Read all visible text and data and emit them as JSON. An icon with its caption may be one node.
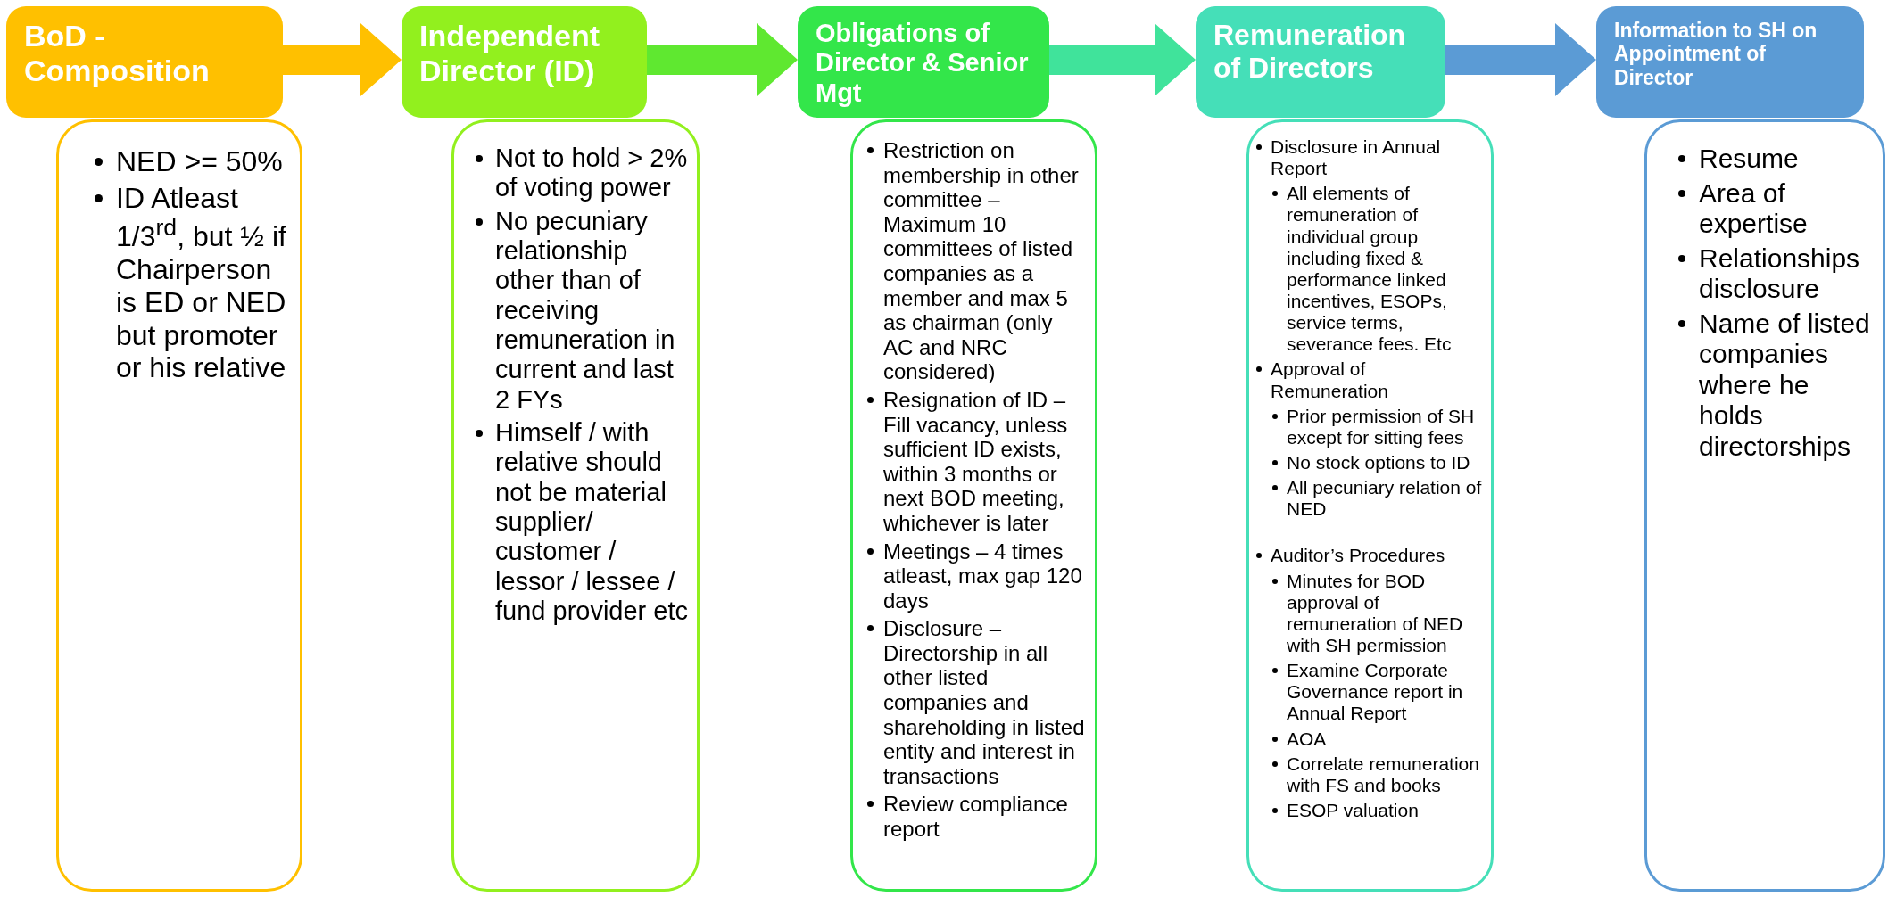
{
  "diagram": {
    "nodes": [
      {
        "text": [
          "BoD - Composition"
        ]
      },
      {
        "text": [
          "NED >= 50%",
          "ID Atleast 1/3$^{rd}$, but ½ if Chairperson is ED or NED but promoter or his relative"
        ]
      },
      {
        "text": [
          "Independent Director (ID)"
        ]
      },
      {
        "text": [
          "Not to hold > 2% of voting power",
          "No pecuniary relationship other than of receiving remuneration in current and last 2 FYs",
          "Himself / with relative should not be material supplier/ customer / lessor / lessee / fund provider etc"
        ]
      },
      {
        "text": [
          "Obligations of Director & Senior Mgt"
        ]
      },
      {
        "text": [
          "Restriction on membership in other committee – Maximum 10 committees of listed companies as a member and max 5 as chairman (only AC and NRC considered)",
          "Resignation of ID – Fill vacancy, unless sufficient ID exists, within 3 months or next BOD meeting, whichever is later",
          "Meetings – 4 times atleast, max gap 120 days",
          "Disclosure – Directorship in all other listed companies and shareholding in listed entity and interest in transactions",
          "Review compliance report"
        ]
      },
      {
        "text": [
          "Remuneration of Directors"
        ]
      },
      {
        "text": [
          "Disclosure in Annual Report",
          "All elements of remuneration of individual group including fixed & performance linked incentives, ESOPs, service terms, severance fees. Etc",
          "Approval of Remuneration",
          "Prior permission of SH except for sitting fees",
          "No stock options to ID",
          "All pecuniary relation of NED",
          "Auditor’s Procedures",
          "Minutes for BOD approval of remuneration of NED with SH permission",
          "Examine Corporate Governance report in Annual Report",
          "AOA",
          "Correlate remuneration with FS and books",
          "ESOP valuation"
        ]
      },
      {
        "text": [
          "Information to SH on Appointment of Director"
        ]
      },
      {
        "text": [
          "Resume",
          "Area of expertise",
          "Relationships disclosure",
          "Name of listed companies where he holds directorships"
        ]
      }
    ],
    "edges": [
      {
        "from": 0,
        "to": 2,
        "arrow": "to",
        "color": "#ffc000"
      },
      {
        "from": 2,
        "to": 4,
        "arrow": "to",
        "color": "#5fe830"
      },
      {
        "from": 4,
        "to": 6,
        "arrow": "to",
        "color": "#40e39b"
      },
      {
        "from": 6,
        "to": 8,
        "arrow": "to",
        "color": "#5b9bd5"
      }
    ]
  }
}
